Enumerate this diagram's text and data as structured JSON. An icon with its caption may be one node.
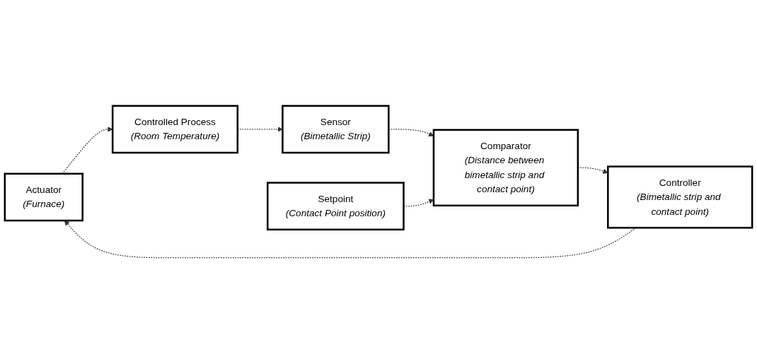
{
  "diagram": {
    "nodes": [
      {
        "text": [
          "Actuator",
          "(Furnace)"
        ]
      },
      {
        "text": [
          "Controlled Process",
          "(Room Temperature)"
        ]
      },
      {
        "text": [
          "Sensor",
          "(Bimetallic Strip)"
        ]
      },
      {
        "text": [
          "Comparator",
          "(Distance between bimetallic strip and contact point)"
        ]
      },
      {
        "text": [
          "Setpoint",
          "(Contact Point position)"
        ]
      },
      {
        "text": [
          "Controller",
          "(Bimetallic strip and contact point)"
        ]
      }
    ],
    "edges": [
      {
        "from": 0,
        "to": 1,
        "arrow": "to",
        "style": "dashed"
      },
      {
        "from": 1,
        "to": 2,
        "arrow": "to",
        "style": "dashed"
      },
      {
        "from": 2,
        "to": 3,
        "arrow": "to",
        "style": "dashed"
      },
      {
        "from": 4,
        "to": 3,
        "arrow": "to",
        "style": "dashed"
      },
      {
        "from": 3,
        "to": 5,
        "arrow": "to",
        "style": "dashed"
      },
      {
        "from": 5,
        "to": 0,
        "arrow": "to",
        "style": "dashed"
      }
    ]
  }
}
